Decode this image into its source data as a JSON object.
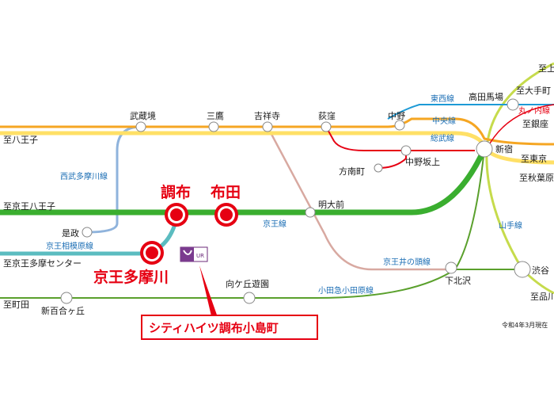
{
  "stations": {
    "ueno": "至上野",
    "otemachi": "至大手町",
    "takadanobaba": "高田馬場",
    "marunouchi": "丸ノ内線",
    "ginza": "至銀座",
    "tokyo": "至東京",
    "akihabara": "至秋葉原",
    "hachioji": "至八王子",
    "musashisakai": "武蔵境",
    "mitaka": "三鷹",
    "kichijoji": "吉祥寺",
    "ogikubo": "荻窪",
    "nakano": "中野",
    "shinjuku": "新宿",
    "nakanosakaue": "中野坂上",
    "honancho": "方南町",
    "keio_hachioji": "至京王八王子",
    "chofu": "調布",
    "fuda": "布田",
    "meidaimae": "明大前",
    "koremasa": "是政",
    "keio_tamacenter": "至京王多摩センター",
    "keio_tamagawa": "京王多摩川",
    "shimokitazawa": "下北沢",
    "shibuya": "渋谷",
    "shinagawa": "至品川",
    "mukogaokayuen": "向ケ丘遊園",
    "machida": "至町田",
    "shinyurigaoka": "新百合ヶ丘"
  },
  "lines": {
    "tozai": "東西線",
    "chuo": "中央線",
    "sobu": "総武線",
    "seibu_tamagawa": "西武多摩川線",
    "keio": "京王線",
    "keio_sagamihara": "京王相模原線",
    "yamanote": "山手線",
    "keio_inokashira": "京王井の頭線",
    "odakyu": "小田急小田原線"
  },
  "property": {
    "name": "シティハイツ調布小島町",
    "logo_text": "UR"
  },
  "note": "令和4年3月現在",
  "colors": {
    "chuo": "#f5a623",
    "sobu": "#ffe066",
    "keio": "#3aae2f",
    "sagamihara": "#5bbcc0",
    "seibu": "#8fb3dc",
    "tozai": "#1d9ad6",
    "marunouchi": "#e60012",
    "yamanote": "#b7d43a",
    "inokashira": "#d8a9a1",
    "odakyu": "#5aa02c",
    "accent": "#e60012"
  }
}
